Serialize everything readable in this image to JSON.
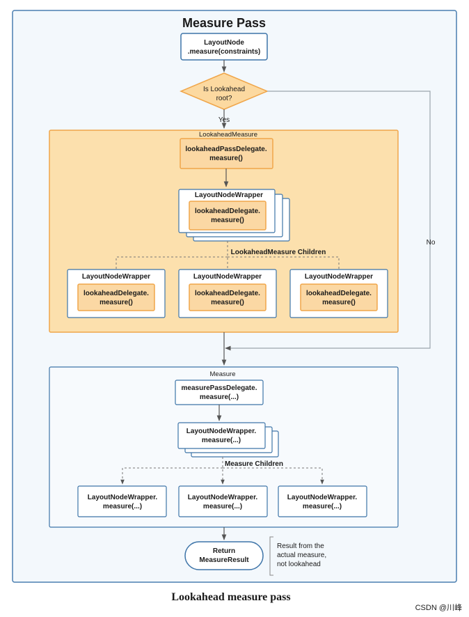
{
  "title": "Measure Pass",
  "nodes": {
    "start_line1": "LayoutNode",
    "start_line2": ".measure(constraints)",
    "decision_line1": "Is Lookahead",
    "decision_line2": "root?",
    "yes_label": "Yes",
    "no_label": "No",
    "lookahead_group_label": "LookaheadMeasure",
    "lookahead_pass_line1": "lookaheadPassDelegate.",
    "lookahead_pass_line2": "measure()",
    "stack_wrapper_label": "LayoutNodeWrapper",
    "stack_inner_line1": "lookaheadDelegate.",
    "stack_inner_line2": "measure()",
    "lookahead_children_label": "LookaheadMeasure Children",
    "child_wrapper_label": "LayoutNodeWrapper",
    "child_inner_line1": "lookaheadDelegate.",
    "child_inner_line2": "measure()",
    "measure_group_label": "Measure",
    "measure_pass_line1": "measurePassDelegate.",
    "measure_pass_line2": "measure(...)",
    "measure_stack_line1": "LayoutNodeWrapper.",
    "measure_stack_line2": "measure(...)",
    "measure_children_label": "Measure Children",
    "measure_child_line1": "LayoutNodeWrapper.",
    "measure_child_line2": "measure(...)",
    "result_line1": "Return",
    "result_line2": "MeasureResult",
    "note_line1": "Result from the",
    "note_line2": "actual measure,",
    "note_line3": "not lookahead"
  },
  "caption": "Lookahead measure pass",
  "watermark": "CSDN @川峰",
  "colors": {
    "frame_border": "#4a7eb0",
    "frame_bg": "#f3f8fc",
    "box_border": "#3d74a8",
    "lookahead_fill": "#fce0ad",
    "lookahead_border": "#f0a64a",
    "inner_fill": "#fbd8a4",
    "decision_fill": "#fcd9a0",
    "arrow": "#555555"
  }
}
